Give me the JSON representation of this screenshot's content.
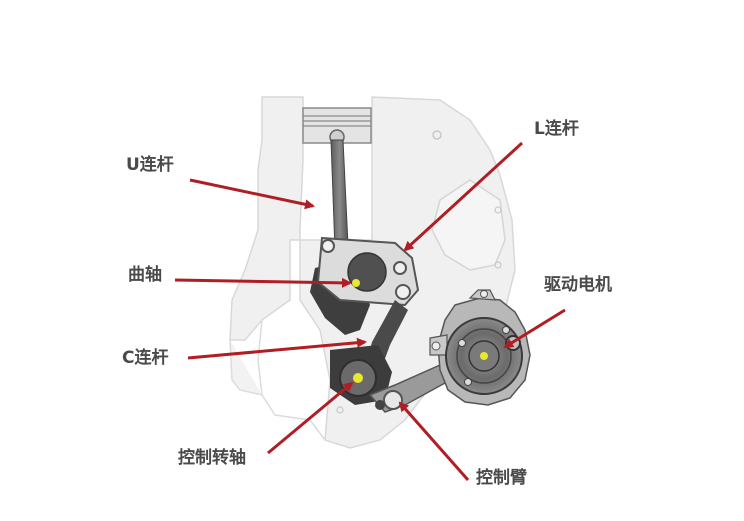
{
  "diagram": {
    "labels": {
      "u_rod": "U连杆",
      "l_rod": "L连杆",
      "crankshaft": "曲轴",
      "drive_motor": "驱动电机",
      "c_rod": "C连杆",
      "control_shaft": "控制转轴",
      "control_arm": "控制臂"
    },
    "colors": {
      "arrow": "#b01e23",
      "pivot_dot": "#e8e832",
      "dark_part": "#404040",
      "block": "#f0f0f0",
      "block_outline": "#d8d8d8"
    }
  }
}
